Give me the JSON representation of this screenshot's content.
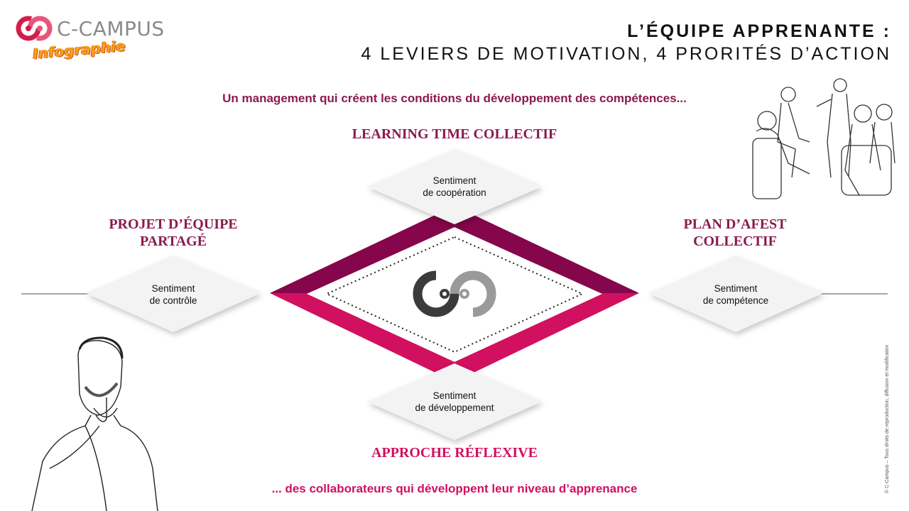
{
  "brand": {
    "name": "C-CAMPUS",
    "tagline": "Infographie",
    "colors": {
      "purple": "#8a1b4e",
      "dark_purple": "#85064a",
      "magenta": "#d1105f",
      "logo_red": "#d31d4b",
      "orange": "#f6a21c"
    }
  },
  "title": {
    "line1": "L’ÉQUIPE APPRENANTE :",
    "line2": "4 LEVIERS DE MOTIVATION, 4 PRORITÉS D’ACTION"
  },
  "intro_text": "Un management qui  créent les conditions du développement des compétences...",
  "outro_text": "... des collaborateurs qui développent leur niveau d’apprenance",
  "levers": {
    "top": "LEARNING TIME COLLECTIF",
    "left_line1": "PROJET D’ÉQUIPE",
    "left_line2": "PARTAGÉ",
    "right_line1": "PLAN D’AFEST",
    "right_line2": "COLLECTIF",
    "bottom": "APPROCHE RÉFLEXIVE"
  },
  "feelings": {
    "top": {
      "line1": "Sentiment",
      "line2": "de coopération"
    },
    "left": {
      "line1": "Sentiment",
      "line2": "de contrôle"
    },
    "right": {
      "line1": "Sentiment",
      "line2": "de compétence"
    },
    "bottom": {
      "line1": "Sentiment",
      "line2": "de développement"
    }
  },
  "copyright": "© C-Campus – Tous droits de reproduction, diffusion et modification",
  "illustrations": {
    "team_sketch": "team-meeting-sketch",
    "man_sketch": "thinking-man-sketch"
  }
}
